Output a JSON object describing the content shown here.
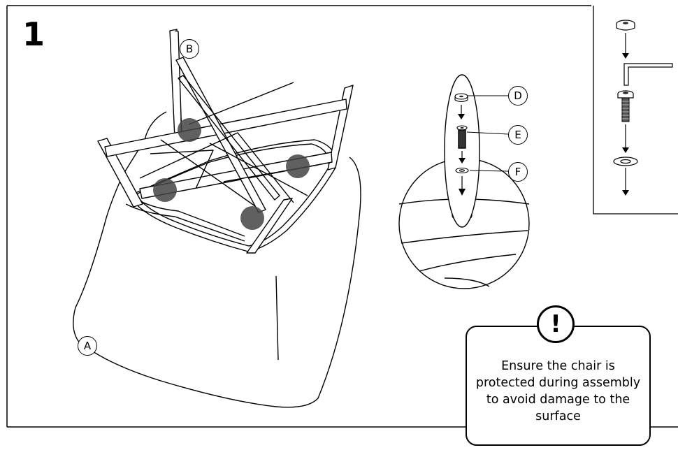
{
  "step": {
    "number": "1"
  },
  "callouts": {
    "a": "A",
    "b": "B",
    "d": "D",
    "e": "E",
    "f": "F"
  },
  "warning": {
    "icon": "exclamation-icon",
    "symbol": "!",
    "text": "Ensure the chair is protected during assembly to avoid damage to the surface"
  }
}
